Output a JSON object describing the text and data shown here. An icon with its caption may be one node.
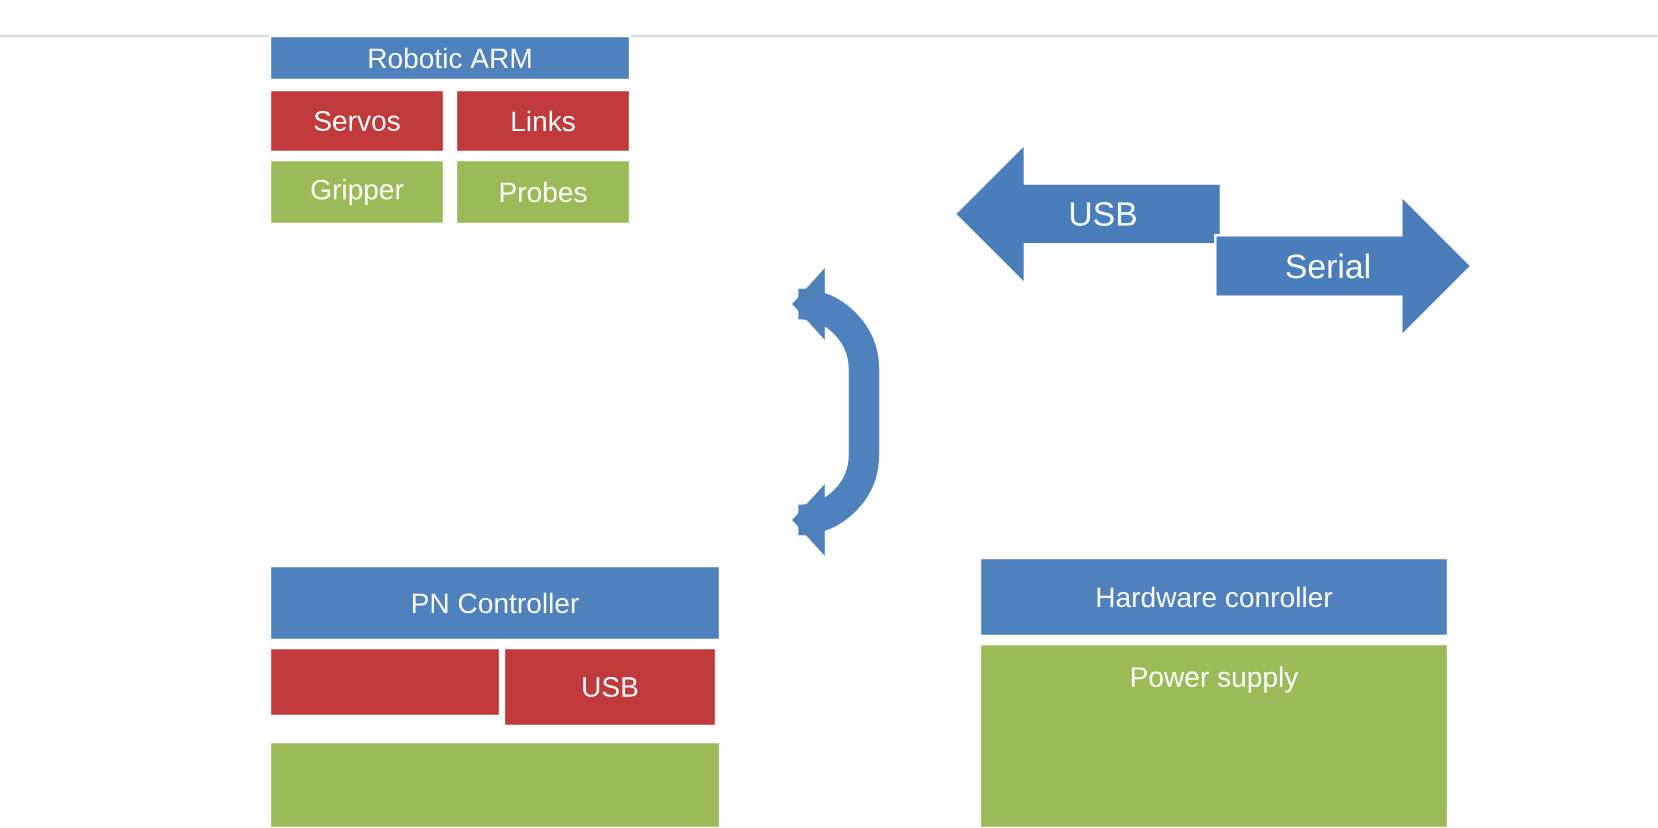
{
  "diagram": {
    "nodes": [
      {
        "text": [
          "Robotic ARM"
        ]
      },
      {
        "text": [
          "Servos"
        ]
      },
      {
        "text": [
          "Links"
        ]
      },
      {
        "text": [
          "Gripper"
        ]
      },
      {
        "text": [
          "Probes"
        ]
      },
      {
        "text": [
          "USB"
        ]
      },
      {
        "text": [
          "Serial"
        ]
      },
      {
        "text": [
          "PN Controller"
        ]
      },
      {
        "text": [],
        "shape": "box"
      },
      {
        "text": [
          "USB"
        ]
      },
      {
        "text": [],
        "shape": "box"
      },
      {
        "text": [
          "Hardware conroller"
        ]
      },
      {
        "text": [
          "Power supply"
        ]
      }
    ]
  }
}
